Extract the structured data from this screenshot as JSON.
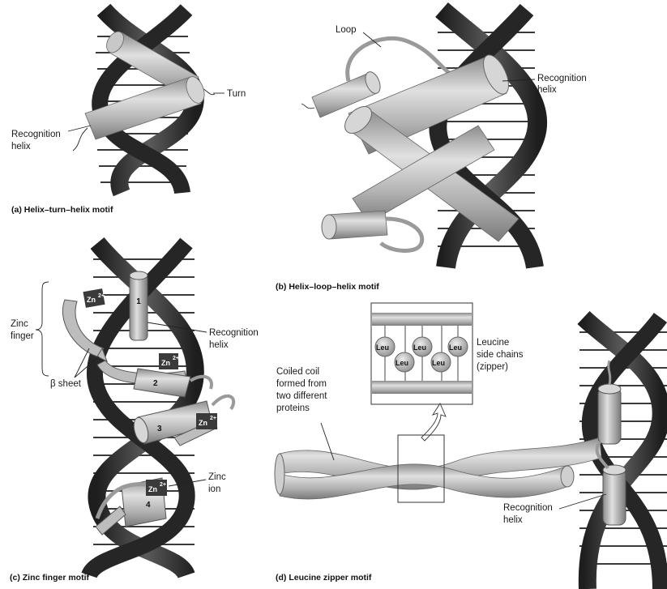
{
  "panel_a": {
    "caption": "(a) Helix–turn–helix motif",
    "turn": "Turn",
    "recognition_1": "Recognition",
    "recognition_2": "helix"
  },
  "panel_b": {
    "caption": "(b) Helix–loop–helix motif",
    "loop": "Loop",
    "recognition_1": "Recognition",
    "recognition_2": "helix"
  },
  "panel_c": {
    "caption": "(c) Zinc finger motif",
    "zinc_finger_1": "Zinc",
    "zinc_finger_2": "finger",
    "beta_sheet": "β sheet",
    "recognition_1": "Recognition",
    "recognition_2": "helix",
    "zinc_ion_1": "Zinc",
    "zinc_ion_2": "ion",
    "zn": "Zn",
    "zn_charge": "2+",
    "helix_numbers": [
      "1",
      "2",
      "3",
      "4"
    ]
  },
  "panel_d": {
    "caption": "(d) Leucine zipper motif",
    "coiled_1": "Coiled coil",
    "coiled_2": "formed from",
    "coiled_3": "two different",
    "coiled_4": "proteins",
    "leucine_1": "Leucine",
    "leucine_2": "side chains",
    "leucine_3": "(zipper)",
    "leu": "Leu",
    "recognition_1": "Recognition",
    "recognition_2": "helix"
  },
  "colors": {
    "dna_dark": "#2b2b2b",
    "dna_mid": "#555555",
    "helix_light": "#bdbdbd",
    "helix_mid": "#9a9a9a",
    "zinc_box": "#3a3a3a"
  }
}
